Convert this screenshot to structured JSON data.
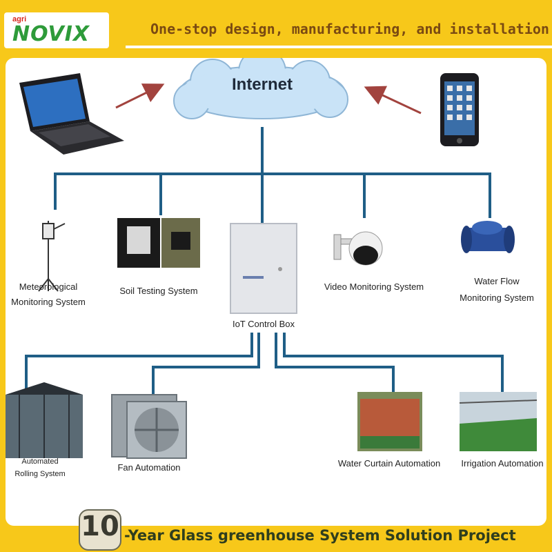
{
  "header": {
    "logo_prefix": "agri",
    "logo_name": "NOVIX",
    "title": "One-stop design, manufacturing, and installation"
  },
  "diagram": {
    "hub": "Internet",
    "control": "IoT Control Box",
    "sensors": [
      {
        "line1": "Meteorological",
        "line2": "Monitoring System",
        "icon": "weather-station-icon"
      },
      {
        "line1": "Soil Testing System",
        "line2": "",
        "icon": "soil-tester-icon"
      },
      {
        "line1": "Video Monitoring System",
        "line2": "",
        "icon": "cctv-camera-icon"
      },
      {
        "line1": "Water Flow",
        "line2": "Monitoring System",
        "icon": "water-meter-icon"
      }
    ],
    "actuators": [
      {
        "line1": "Automated",
        "line2": "Rolling System",
        "icon": "greenhouse-roll-icon"
      },
      {
        "line1": "Fan Automation",
        "line2": "",
        "icon": "exhaust-fan-icon"
      },
      {
        "line1": "Water Curtain Automation",
        "line2": "",
        "icon": "water-curtain-icon"
      },
      {
        "line1": "Irrigation Automation",
        "line2": "",
        "icon": "irrigation-icon"
      }
    ],
    "clients": [
      "laptop-icon",
      "smartphone-icon"
    ],
    "colors": {
      "line": "#1f5e86",
      "arrow": "#a2433e",
      "cloud": "#c9e3f7"
    }
  },
  "footer": {
    "number": "10",
    "text": "-Year Glass greenhouse System Solution Project"
  }
}
